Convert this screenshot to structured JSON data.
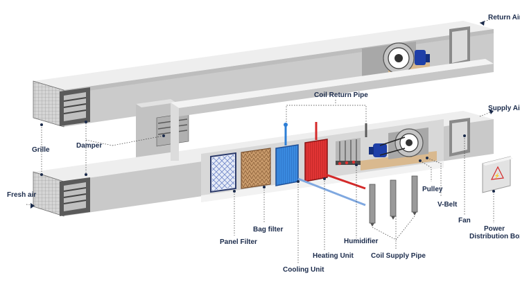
{
  "labels": {
    "return_air": "Return Air",
    "supply_air": "Supply Air",
    "fresh_air": "Fresh air",
    "grille": "Grille",
    "damper": "Damper",
    "coil_return_pipe": "Coil Return Pipe",
    "panel_filter": "Panel Filter",
    "bag_filter": "Bag filter",
    "cooling_unit": "Cooling Unit",
    "heating_unit": "Heating Unit",
    "humidifier": "Humidifier",
    "coil_supply_pipe": "Coil Supply Pipe",
    "pulley": "Pulley",
    "v_belt": "V-Belt",
    "fan": "Fan",
    "power_distribution_box_line1": "Power",
    "power_distribution_box_line2": "Distribution Box"
  },
  "colors": {
    "duct_top": "#ededed",
    "duct_front": "#c9c9c9",
    "duct_dark": "#9e9e9e",
    "label_text": "#1b2b4b",
    "leader_dot": "#1b2b4b",
    "cooling_blue": "#2e7fd6",
    "heating_red": "#d42a2a",
    "motor_blue": "#1e3fa8",
    "bag_filter_brown": "#b5855a",
    "panel_filter_navy": "#2b3a6b",
    "wood_base": "#d9b98f"
  },
  "icons": [
    "flow-arrow-icon",
    "electrical-hazard-icon",
    "fan-impeller-icon",
    "motor-icon"
  ]
}
